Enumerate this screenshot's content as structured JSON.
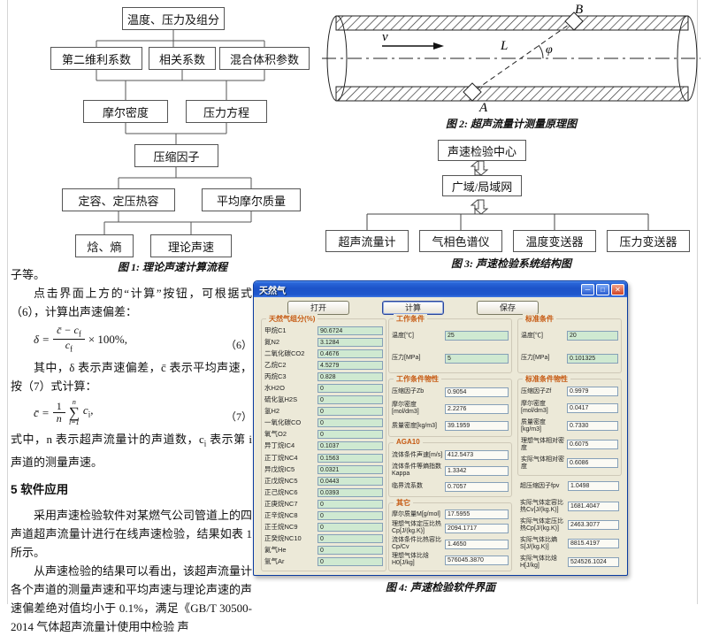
{
  "fig1": {
    "caption": "图 1: 理论声速计算流程",
    "nodes": {
      "top": "温度、压力及组分",
      "r2a": "第二维利系数",
      "r2b": "相关系数",
      "r2c": "混合体积参数",
      "r3a": "摩尔密度",
      "r3b": "压力方程",
      "r4": "压缩因子",
      "r5a": "定容、定压热容",
      "r5b": "平均摩尔质量",
      "r6a": "焓、熵",
      "r6b": "理论声速"
    }
  },
  "fig2": {
    "caption": "图 2: 超声流量计测量原理图",
    "labels": {
      "B": "B",
      "v": "v",
      "L": "L",
      "phi": "φ",
      "A": "A"
    }
  },
  "fig3": {
    "caption": "图 3: 声速检验系统结构图",
    "nodes": {
      "center": "声速检验中心",
      "network": "广域/局域网",
      "d1": "超声流量计",
      "d2": "气相色谱仪",
      "d3": "温度变送器",
      "d4": "压力变送器"
    }
  },
  "article": {
    "p0": "子等。",
    "p1": "点击界面上方的“计算”按钮，可根据式（6），计算出声速偏差：",
    "eq6": {
      "lhs": "δ =",
      "num": "c̄ − c",
      "num_sub": "f",
      "den": "c",
      "den_sub": "f",
      "tail": "× 100%,",
      "no": "（6）"
    },
    "p2": "其中，δ 表示声速偏差，c̄ 表示平均声速，按（7）式计算：",
    "eq7": {
      "lhs": "c̄ =",
      "frac_num": "1",
      "frac_den": "n",
      "sigma": "∑",
      "sigma_top": "n",
      "sigma_bottom": "i=1",
      "body": "c",
      "body_sub": "i",
      "tail": ",",
      "no": "（7）"
    },
    "p3a": "式中，n 表示超声流量计的声道数，c",
    "p3sub": "i",
    "p3b": " 表示第 i 声道的测量声速。",
    "heading": "5 软件应用",
    "p4": "采用声速检验软件对某燃气公司管道上的四声道超声流量计进行在线声速检验，结果如表 1 所示。",
    "p5": "从声速检验的结果可以看出，该超声流量计各个声道的测量声速和平均声速与理论声速的声速偏差绝对值均小于 0.1%，满足《GB/T 30500-2014 气体超声流量计使用中检验 声"
  },
  "win": {
    "title": "天然气",
    "controls": {
      "minimize": "─",
      "maximize": "□",
      "close": "✕"
    },
    "toolbar": {
      "open": "打开",
      "calc": "计算",
      "save": "保存"
    },
    "comp": {
      "title": "天然气组分(%)",
      "rows": [
        {
          "label": "甲烷C1",
          "value": "90.6724"
        },
        {
          "label": "氮N2",
          "value": "3.1284"
        },
        {
          "label": "二氧化碳CO2",
          "value": "0.4676"
        },
        {
          "label": "乙烷C2",
          "value": "4.5279"
        },
        {
          "label": "丙烷C3",
          "value": "0.828"
        },
        {
          "label": "水H2O",
          "value": "0"
        },
        {
          "label": "硫化氢H2S",
          "value": "0"
        },
        {
          "label": "氢H2",
          "value": "0"
        },
        {
          "label": "一氧化碳CO",
          "value": "0"
        },
        {
          "label": "氧气O2",
          "value": "0"
        },
        {
          "label": "异丁烷IC4",
          "value": "0.1037"
        },
        {
          "label": "正丁烷NC4",
          "value": "0.1563"
        },
        {
          "label": "异戊烷IC5",
          "value": "0.0321"
        },
        {
          "label": "正戊烷NC5",
          "value": "0.0443"
        },
        {
          "label": "正己烷NC6",
          "value": "0.0393"
        },
        {
          "label": "正庚烷NC7",
          "value": "0"
        },
        {
          "label": "正辛烷NC8",
          "value": "0"
        },
        {
          "label": "正壬烷NC9",
          "value": "0"
        },
        {
          "label": "正癸烷NC10",
          "value": "0"
        },
        {
          "label": "氦气He",
          "value": "0"
        },
        {
          "label": "氩气Ar",
          "value": "0"
        }
      ]
    },
    "work": {
      "title": "工作条件",
      "rows": [
        {
          "label": "温度[℃]",
          "value": "25"
        },
        {
          "label": "压力[MPa]",
          "value": "5"
        }
      ]
    },
    "workProps": {
      "title": "工作条件物性",
      "rows": [
        {
          "label": "压缩因子Zb",
          "value": "0.9054"
        },
        {
          "label": "摩尔密度[mol/dm3]",
          "value": "2.2276"
        },
        {
          "label": "质量密度[kg/m3]",
          "value": "39.1959"
        }
      ]
    },
    "aga10": {
      "title": "AGA10",
      "rows": [
        {
          "label": "流体条件声速[m/s]",
          "value": "412.5473"
        },
        {
          "label": "流体条件等熵指数Kappa",
          "value": "1.3342"
        },
        {
          "label": "临界流系数",
          "value": "0.7057"
        }
      ]
    },
    "other": {
      "title": "其它",
      "rows": [
        {
          "label": "摩尔质量M[g/mol]",
          "value": "17.5955"
        },
        {
          "label": "理想气体定压比热Cp[J/(kg.K)]",
          "value": "2094.1717"
        },
        {
          "label": "流体条件比热容比Cp/Cv",
          "value": "1.4650"
        },
        {
          "label": "理想气体比焓H0[J/kg]",
          "value": "576045.3870"
        }
      ]
    },
    "standard": {
      "title": "标准条件",
      "rows": [
        {
          "label": "温度[℃]",
          "value": "20"
        },
        {
          "label": "压力[MPa]",
          "value": "0.101325"
        }
      ]
    },
    "standardProps": {
      "title": "标准条件物性",
      "rows": [
        {
          "label": "压缩因子Zf",
          "value": "0.9979"
        },
        {
          "label": "摩尔密度[mol/dm3]",
          "value": "0.0417"
        },
        {
          "label": "质量密度[kg/m3]",
          "value": "0.7330"
        },
        {
          "label": "理想气体相对密度",
          "value": "0.6075"
        },
        {
          "label": "实际气体相对密度",
          "value": "0.6086"
        }
      ]
    },
    "fpv": {
      "label": "超压缩因子fpv",
      "value": "1.0498"
    },
    "realGas": {
      "rows": [
        {
          "label": "实际气体定容比热Cv[J/(kg.K)]",
          "value": "1681.4047"
        },
        {
          "label": "实际气体定压比热Cp[J/(kg.K)]",
          "value": "2463.3077"
        },
        {
          "label": "实际气体比熵S[J/(kg.K)]",
          "value": "8815.4197"
        },
        {
          "label": "实际气体比焓H[J/kg]",
          "value": "524526.1024"
        }
      ]
    },
    "caption": "图 4: 声速检验软件界面"
  }
}
